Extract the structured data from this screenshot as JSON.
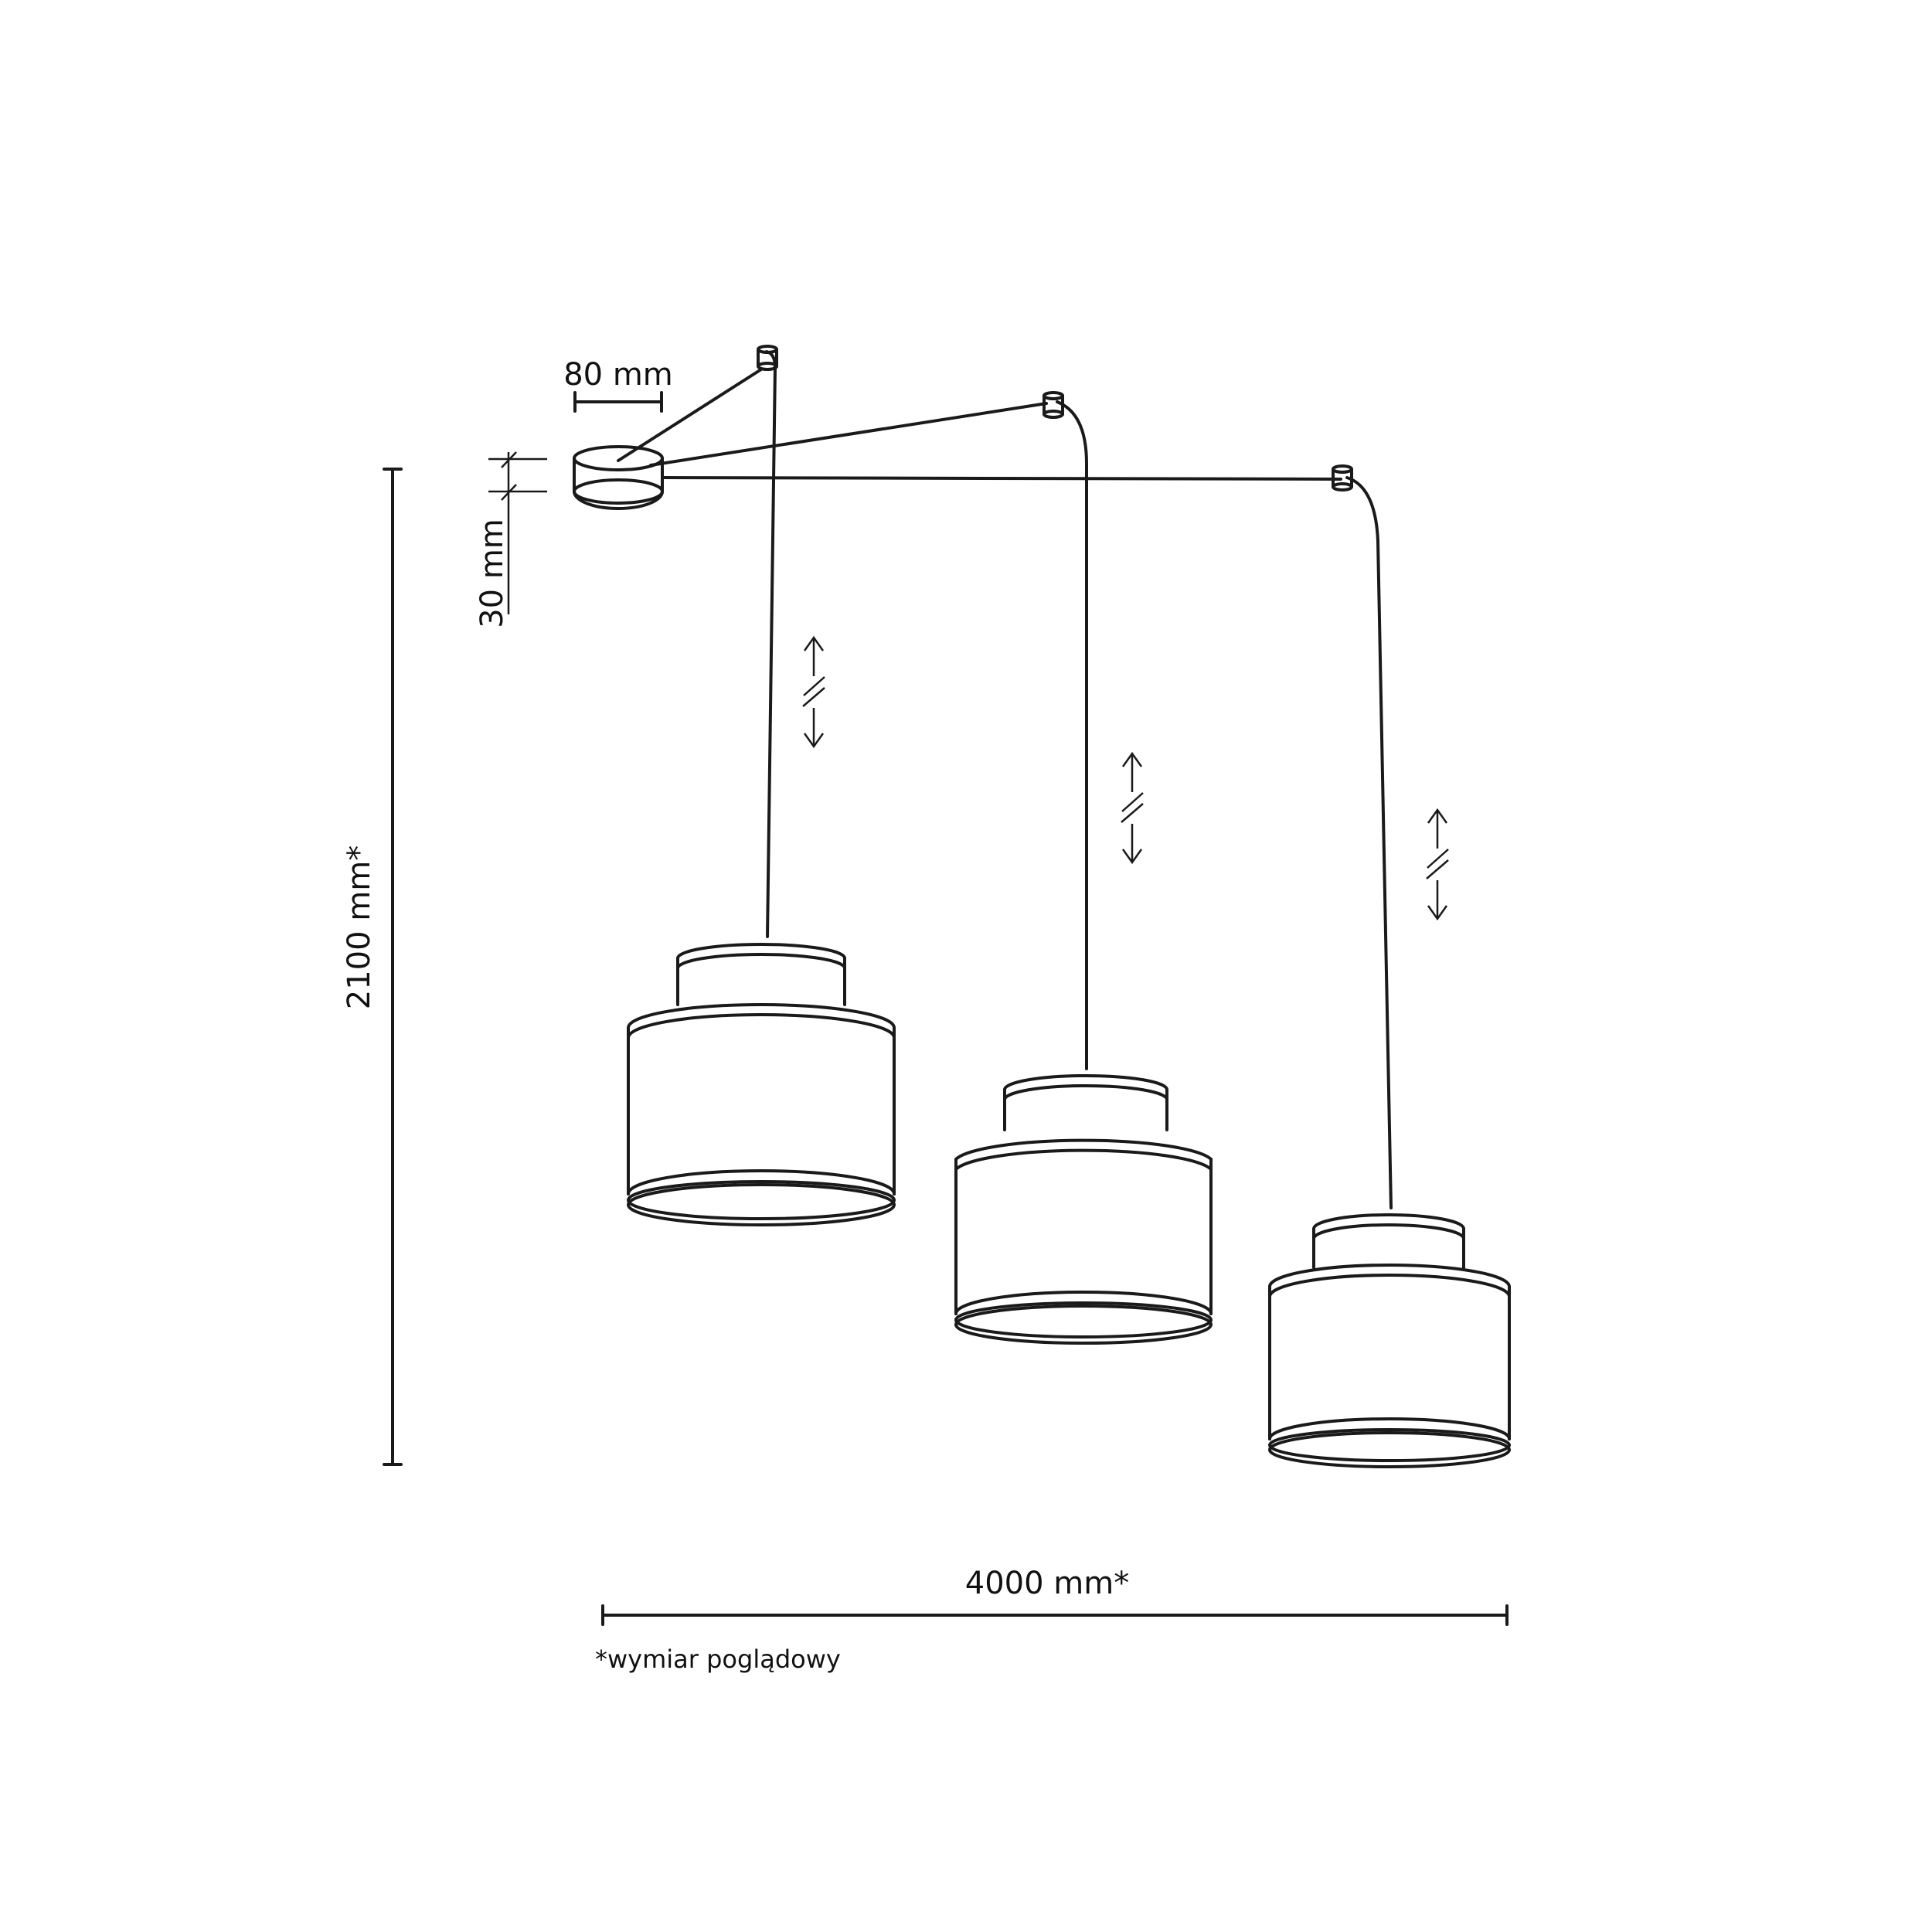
{
  "diagram": {
    "subject": "three-pendant lamp with single canopy",
    "stroke_color": "#1a1a1a",
    "background": "#ffffff"
  },
  "dimensions": {
    "canopy_diameter": "80 mm",
    "canopy_height": "30 mm",
    "total_height": "2100 mm*",
    "total_span": "4000 mm*"
  },
  "footnote": "*wymiar poglądowy",
  "components": {
    "canopy": {
      "label": "canopy"
    },
    "hooks": [
      {
        "id": "hook-1"
      },
      {
        "id": "hook-2"
      },
      {
        "id": "hook-3"
      }
    ],
    "lamps": [
      {
        "id": "lamp-1",
        "adjustable": true
      },
      {
        "id": "lamp-2",
        "adjustable": true
      },
      {
        "id": "lamp-3",
        "adjustable": true
      }
    ]
  }
}
